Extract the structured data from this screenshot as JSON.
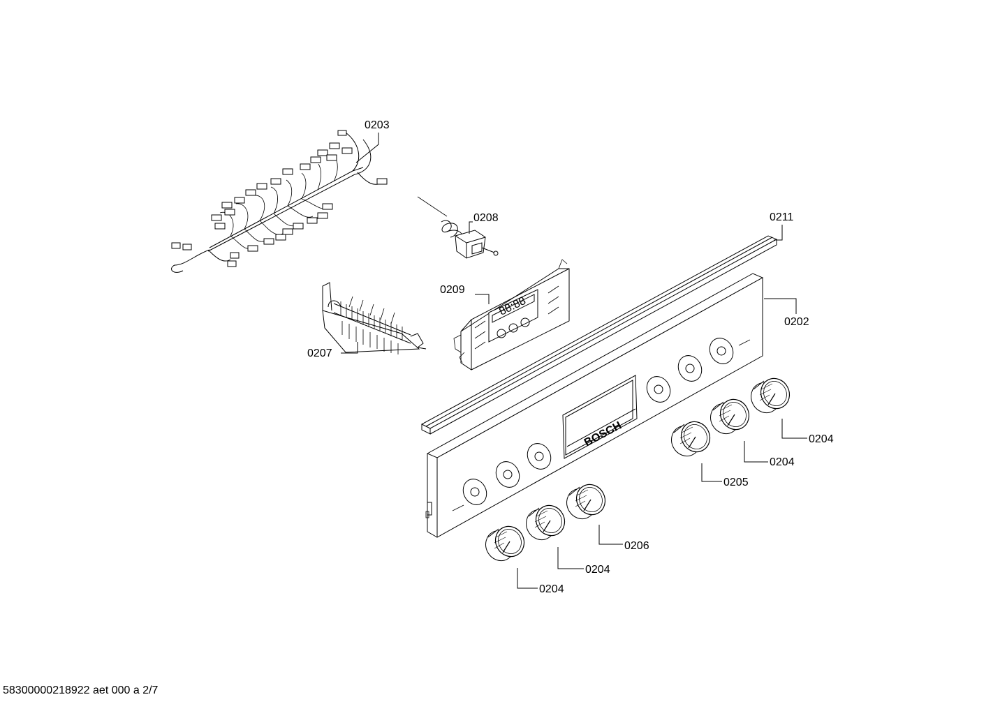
{
  "labels": {
    "p0203": "0203",
    "p0208": "0208",
    "p0211": "0211",
    "p0209": "0209",
    "p0202": "0202",
    "p0207": "0207",
    "p0204a": "0204",
    "p0204b": "0204",
    "p0205": "0205",
    "p0206": "0206",
    "p0204c": "0204",
    "p0204d": "0204"
  },
  "panel": {
    "brand": "BOSCH",
    "display": "88:88"
  },
  "footer": {
    "document_id": "58300000218922 aet 000 a 2/7"
  },
  "icons": {
    "knob": "knob-icon",
    "harness": "wiring-harness-icon"
  }
}
